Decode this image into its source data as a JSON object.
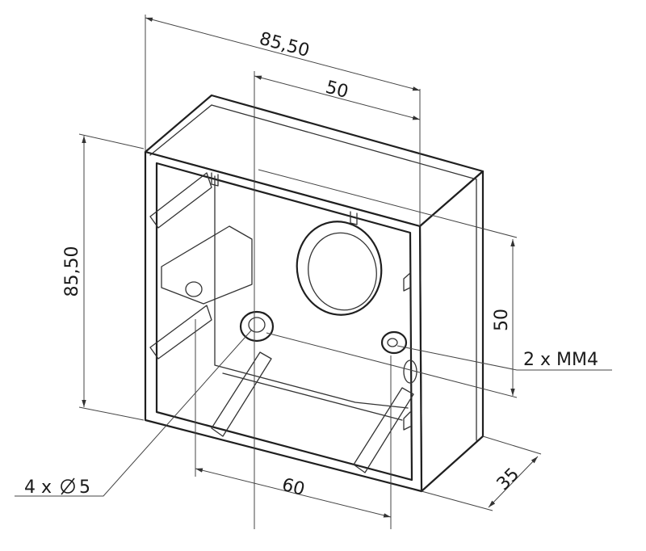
{
  "dimensions": {
    "overall_width": "85,50",
    "hole_spacing_top": "50",
    "overall_height": "85,50",
    "hole_spacing_side": "50",
    "hole_spacing_bottom": "60",
    "depth": "35"
  },
  "callouts": {
    "mounting_holes": "4 x",
    "mounting_holes_diameter": "5",
    "threaded_holes": "2 x MM4"
  },
  "icons": {
    "diameter_symbol": "diameter-symbol-icon"
  }
}
